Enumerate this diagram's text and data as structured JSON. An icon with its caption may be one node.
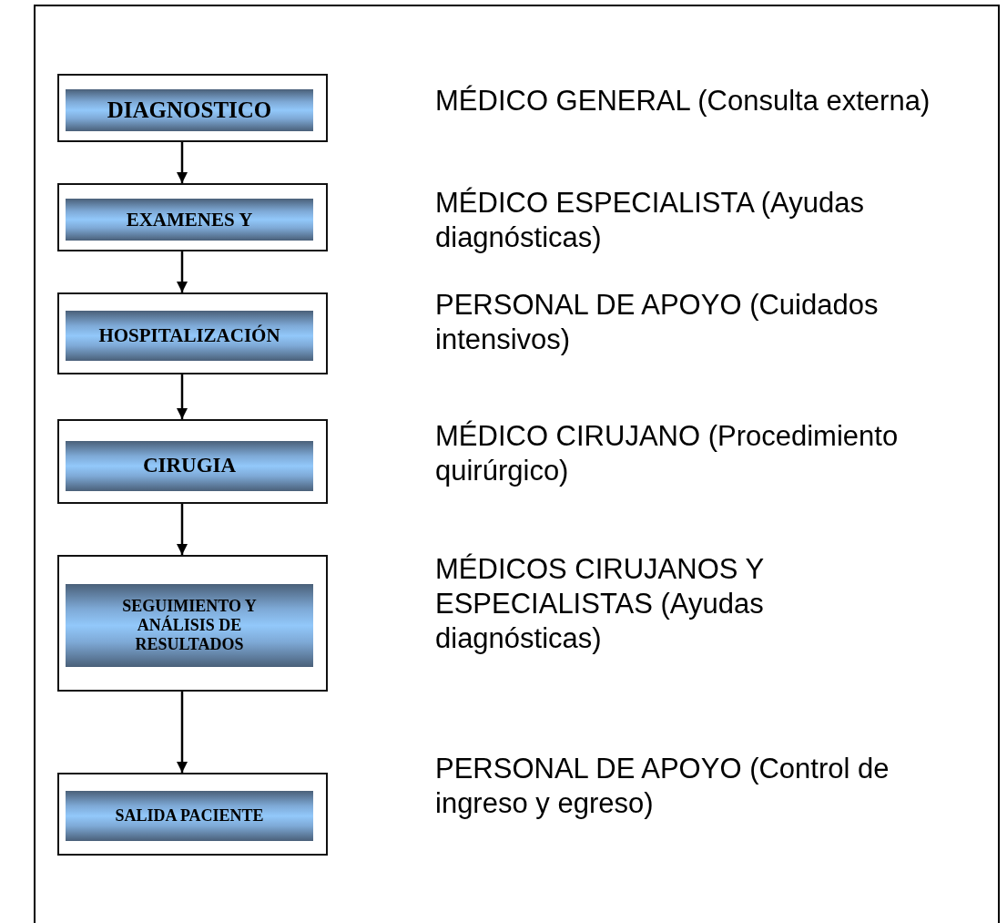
{
  "diagram": {
    "nodes": [
      {
        "text": [
          "DIAGNOSTICO"
        ]
      },
      {
        "text": [
          "EXAMENES Y"
        ]
      },
      {
        "text": [
          "HOSPITALIZACIÓN"
        ]
      },
      {
        "text": [
          "CIRUGIA"
        ]
      },
      {
        "text": [
          "SEGUIMIENTO Y ANÁLISIS DE RESULTADOS"
        ]
      },
      {
        "text": [
          "SALIDA PACIENTE"
        ]
      }
    ],
    "edges": [
      {
        "from": 0,
        "to": 1,
        "arrow": "to"
      },
      {
        "from": 1,
        "to": 2,
        "arrow": "to"
      },
      {
        "from": 2,
        "to": 3,
        "arrow": "to"
      },
      {
        "from": 3,
        "to": 4,
        "arrow": "to"
      },
      {
        "from": 4,
        "to": 5,
        "arrow": "to"
      }
    ],
    "labels": [
      "MÉDICO GENERAL (Consulta externa)",
      "MÉDICO ESPECIALISTA (Ayudas diagnósticas)",
      "PERSONAL DE APOYO (Cuidados intensivos)",
      "MÉDICO CIRUJANO (Procedimiento quirúrgico)",
      "MÉDICOS CIRUJANOS Y ESPECIALISTAS (Ayudas diagnósticas)",
      "PERSONAL DE APOYO (Control de ingreso y egreso)"
    ]
  }
}
